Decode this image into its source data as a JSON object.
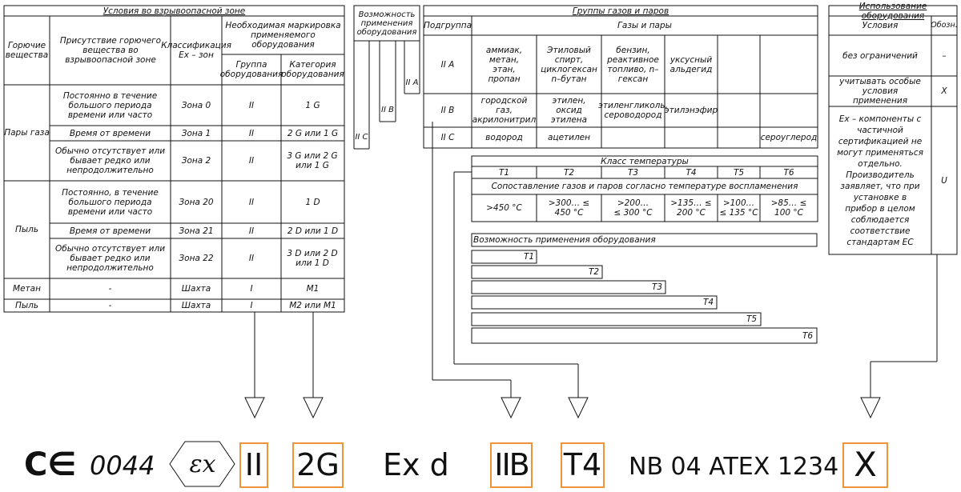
{
  "left_table": {
    "title": "Условия во взрывоопасной зоне",
    "h_substances": "Горючие вещества",
    "h_presence": "Присутствие горючего вещества во взрывоопасной зоне",
    "h_class": "Классификация Ex – зон",
    "h_marking": "Необходимая маркировка применяемого оборудования",
    "h_group": "Группа оборудования",
    "h_category": "Категория оборудования",
    "gas": "Пары газа",
    "dust": "Пыль",
    "methane": "Метан",
    "dust2": "Пыль",
    "rows": [
      {
        "presence": "Постоянно в течение большого периода времени или часто",
        "zone": "Зона 0",
        "group": "II",
        "cat": "1 G"
      },
      {
        "presence": "Время от времени",
        "zone": "Зона 1",
        "group": "II",
        "cat": "2 G или 1 G"
      },
      {
        "presence": "Обычно отсутствует или бывает редко или непродолжительно",
        "zone": "Зона 2",
        "group": "II",
        "cat": "3 G или 2 G или 1 G"
      },
      {
        "presence": "Постоянно, в течение большого периода времени или часто",
        "zone": "Зона 20",
        "group": "II",
        "cat": "1 D"
      },
      {
        "presence": "Время от времени",
        "zone": "Зона 21",
        "group": "II",
        "cat": "2 D или 1 D"
      },
      {
        "presence": "Обычно отсутствует или бывает редко или непродолжительно",
        "zone": "Зона 22",
        "group": "II",
        "cat": "3 D или 2 D или 1 D"
      },
      {
        "presence": "-",
        "zone": "Шахта",
        "group": "I",
        "cat": "M1"
      },
      {
        "presence": "-",
        "zone": "Шахта",
        "group": "I",
        "cat": "M2 или M1"
      }
    ]
  },
  "possibility": {
    "title": "Возможность применения оборудования",
    "iic": "II C",
    "iib": "II B",
    "iia": "II A"
  },
  "gas_groups": {
    "title": "Группы газов и паров",
    "h_subgroup": "Подгруппа",
    "h_gases": "Газы и пары",
    "rows": [
      {
        "sub": "II A",
        "cells": [
          "аммиак, метан, этан, пропан",
          "Этиловый спирт, циклогексан n–бутан",
          "бензин, реактивное топливо, n–гексан",
          "уксусный альдегид",
          "",
          ""
        ]
      },
      {
        "sub": "II B",
        "cells": [
          "городской газ, акрилонитрил",
          "этилен, оксид этилена",
          "этиленгликоль, сероводород",
          "этилэнэфир",
          "",
          ""
        ]
      },
      {
        "sub": "II C",
        "cells": [
          "водород",
          "ацетилен",
          "",
          "",
          "",
          "сероуглерод"
        ]
      }
    ]
  },
  "temp": {
    "title": "Класс температуры",
    "classes": [
      "T1",
      "T2",
      "T3",
      "T4",
      "T5",
      "T6"
    ],
    "subtitle": "Сопоставление газов и паров согласно температуре воспламенения",
    "ranges": [
      ">450 °C",
      ">300… ≤ 450 °C",
      ">200… ≤ 300 °C",
      ">135… ≤ 200 °C",
      ">100… ≤ 135 °C",
      ">85… ≤ 100 °C"
    ]
  },
  "usage_bars": {
    "title": "Возможность применения оборудования",
    "bars": [
      "T1",
      "T2",
      "T3",
      "T4",
      "T5",
      "T6"
    ]
  },
  "equipment_use": {
    "title": "Использование оборудования",
    "h_conditions": "Условия",
    "h_symbol": "Обозн.",
    "rows": [
      {
        "cond": "без ограничений",
        "sym": "–"
      },
      {
        "cond": "учитывать особые условия применения",
        "sym": "X"
      },
      {
        "cond": "Ex – компоненты с частичной сертификацией не могут применяться отдельно. Производитель заявляет, что при установке в прибор в целом соблюдается соответствие стандартам ЕС",
        "sym": "U"
      }
    ]
  },
  "marking": {
    "ce": "C∈",
    "nb": "0044",
    "ex_symbol": "εx",
    "group": "II",
    "category": "2G",
    "protection": "Ex d",
    "gas_group": "IIB",
    "temp_class": "T4",
    "certificate": "NB 04 ATEX 1234",
    "special": "X",
    "accent": "#f0943a"
  }
}
